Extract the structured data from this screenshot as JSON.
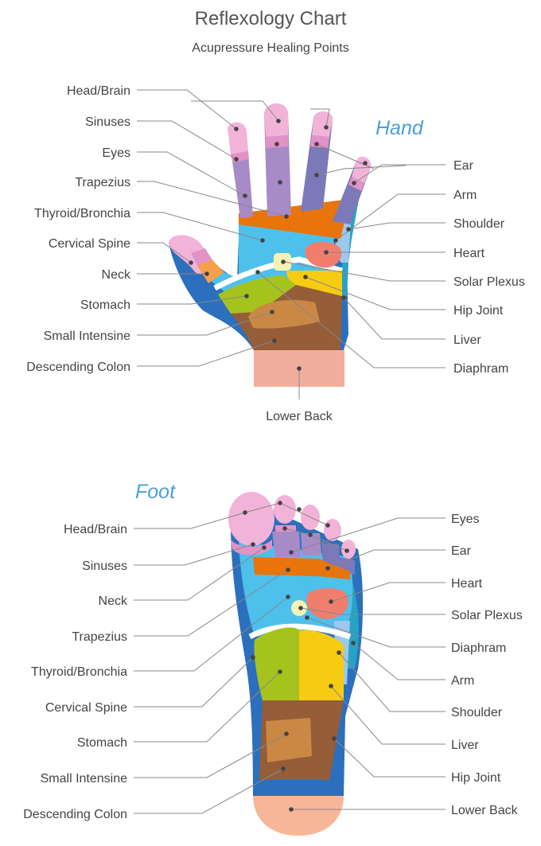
{
  "title": "Reflexology Chart",
  "subtitle": "Acupressure Healing Points",
  "hand": {
    "heading": "Hand",
    "left_labels": [
      "Head/Brain",
      "Sinuses",
      "Eyes",
      "Trapezius",
      "Thyroid/Bronchia",
      "Cervical Spine",
      "Neck",
      "Stomach",
      "Small Intensine",
      "Descending Colon"
    ],
    "right_labels": [
      "Ear",
      "Arm",
      "Shoulder",
      "Heart",
      "Solar Plexus",
      "Hip Joint",
      "Liver",
      "Diaphram"
    ],
    "bottom_label": "Lower Back"
  },
  "foot": {
    "heading": "Foot",
    "left_labels": [
      "Head/Brain",
      "Sinuses",
      "Neck",
      "Trapezius",
      "Thyroid/Bronchia",
      "Cervical Spine",
      "Stomach",
      "Small Intensine",
      "Descending Colon"
    ],
    "right_labels": [
      "Eyes",
      "Ear",
      "Heart",
      "Solar Plexus",
      "Diaphram",
      "Arm",
      "Shoulder",
      "Liver",
      "Hip Joint",
      "Lower Back"
    ]
  },
  "colors": {
    "head_brain": "#f2b3d9",
    "sinuses": "#e392c8",
    "eyes": "#a78bc6",
    "purple_dark": "#7b79b8",
    "orange": "#e8740c",
    "cervical_cyan": "#4ec0ec",
    "arm_light_blue": "#9cc8ee",
    "spine_blue": "#2c6fbd",
    "teal": "#25a3c4",
    "heart": "#ef7e6c",
    "solar_plexus": "#f7f3b4",
    "liver_yellow": "#f6cb12",
    "stomach_green": "#a6c31d",
    "small_intestine": "#ca8845",
    "colon_brown": "#955d38",
    "lower_back_hand": "#f2ae9d",
    "lower_back_foot": "#f8b698",
    "neck_orange": "#f4a04a",
    "diaphragm_white": "#ffffff",
    "label_text": "#444444",
    "heading_blue": "#4a9fd8"
  }
}
